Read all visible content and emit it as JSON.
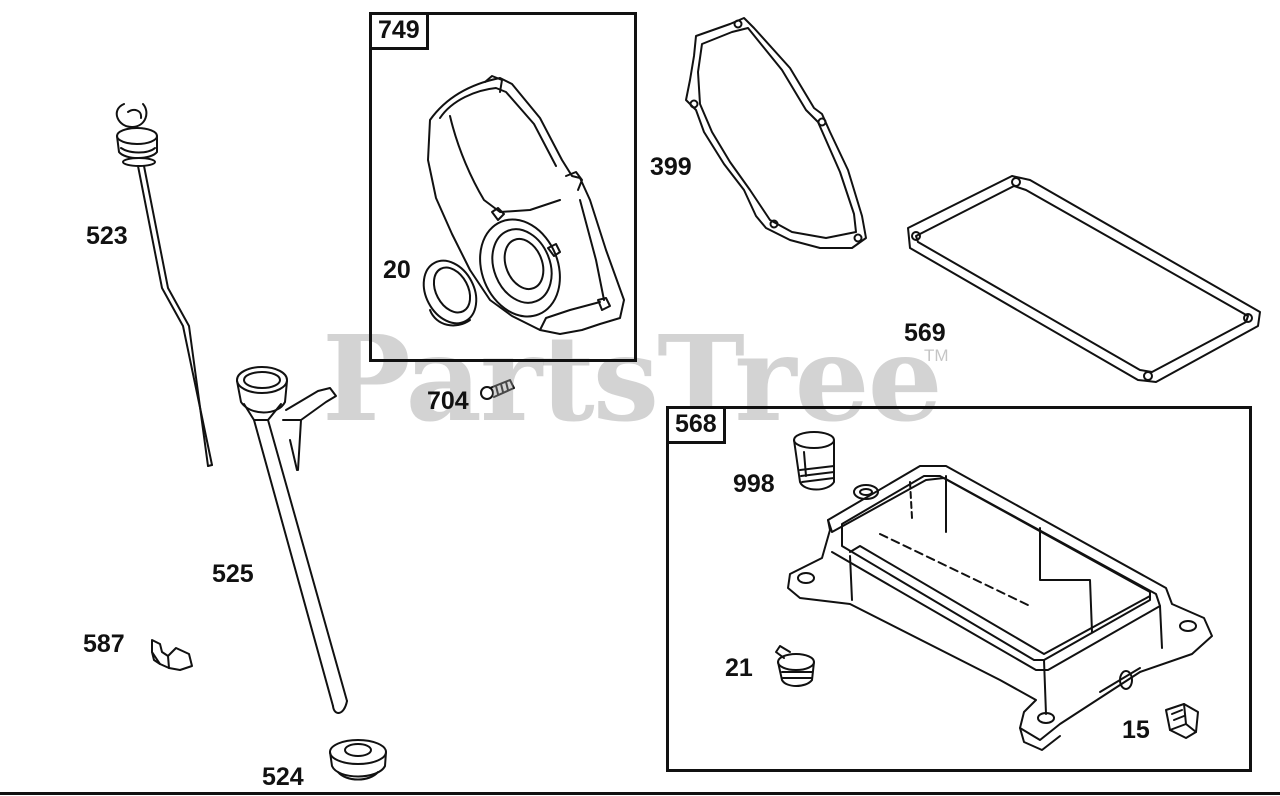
{
  "watermark": {
    "text": "PartsTree",
    "trademark": "TM"
  },
  "assemblies": [
    {
      "id": "749"
    },
    {
      "id": "568"
    }
  ],
  "parts": {
    "p523": "523",
    "p525": "525",
    "p587": "587",
    "p524": "524",
    "p20": "20",
    "p704": "704",
    "p399": "399",
    "p569": "569",
    "p998": "998",
    "p21": "21",
    "p15": "15"
  }
}
